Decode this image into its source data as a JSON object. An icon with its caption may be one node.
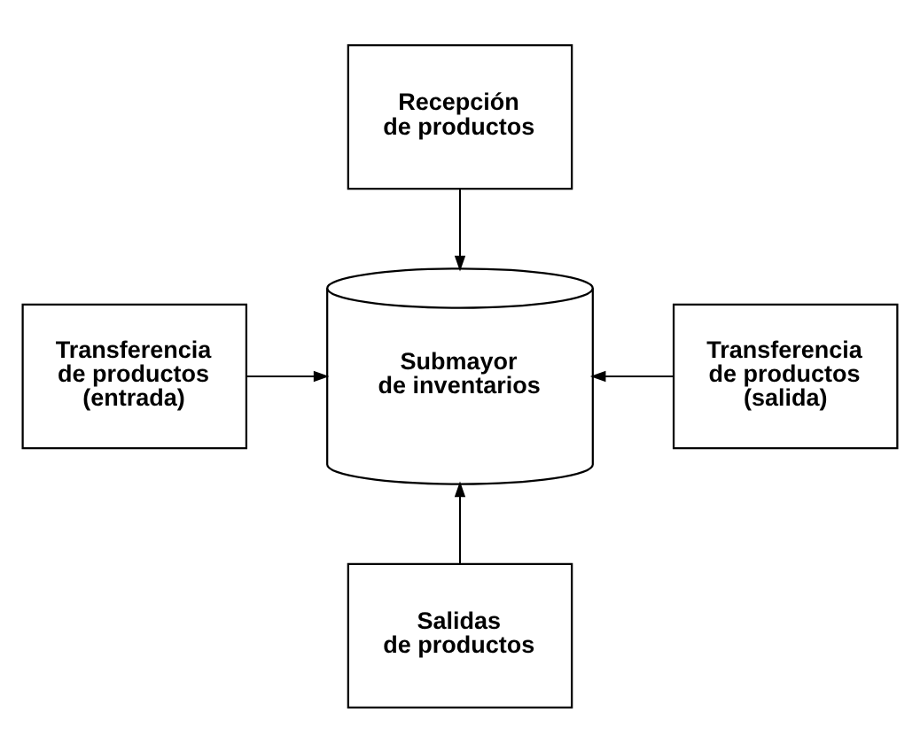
{
  "diagram": {
    "nodes": [
      {
        "text": [
          "Recepción de productos"
        ]
      },
      {
        "text": [
          "Transferencia de productos (entrada)"
        ]
      },
      {
        "text": [
          "Submayor de inventarios"
        ]
      },
      {
        "text": [
          "Transferencia de productos (salida)"
        ]
      },
      {
        "text": [
          "Salidas de productos"
        ]
      }
    ],
    "edges": [
      {
        "from": 0,
        "to": 2,
        "arrow": "to"
      },
      {
        "from": 1,
        "to": 2,
        "arrow": "to"
      },
      {
        "from": 3,
        "to": 2,
        "arrow": "to"
      },
      {
        "from": 4,
        "to": 2,
        "arrow": "to"
      }
    ]
  }
}
